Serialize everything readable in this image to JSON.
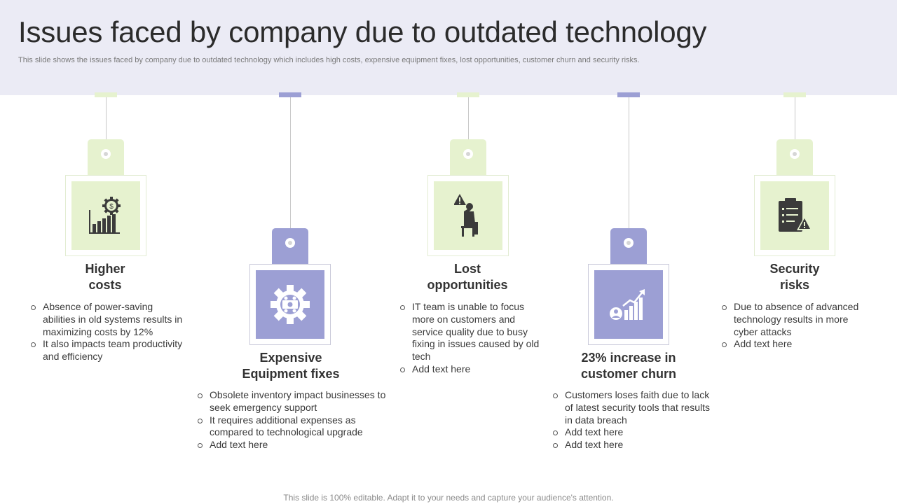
{
  "header": {
    "title": "Issues faced by company due to outdated technology",
    "subtitle": "This slide shows the issues faced by company due to outdated technology which includes high costs, expensive equipment fixes, lost opportunities, customer churn and security risks."
  },
  "colors": {
    "green": "#e6f2cf",
    "purple": "#9c9fd4",
    "header_bg": "#ebebf5",
    "icon_dark": "#3b3b3b"
  },
  "items": [
    {
      "heading_line1": "Higher",
      "heading_line2": "costs",
      "icon": "cost-gear-chart-icon",
      "bullets": [
        "Absence of power-saving abilities in old systems results in maximizing costs by 12%",
        "It also impacts team productivity and efficiency"
      ]
    },
    {
      "heading_line1": "Expensive",
      "heading_line2": "Equipment fixes",
      "icon": "gear-money-icon",
      "bullets": [
        "Obsolete inventory impact businesses to seek emergency support",
        "It requires additional expenses as compared to technological upgrade",
        "Add text here"
      ]
    },
    {
      "heading_line1": "Lost",
      "heading_line2": "opportunities",
      "icon": "stressed-person-warning-icon",
      "bullets": [
        "IT team is unable to focus more on customers and service quality due to busy fixing in issues caused by old tech",
        "Add text here"
      ]
    },
    {
      "heading_line1": "23% increase in",
      "heading_line2": "customer churn",
      "icon": "user-growth-chart-icon",
      "bullets": [
        "Customers loses faith due to lack of latest security tools that results in data breach",
        "Add text here",
        "Add text here"
      ]
    },
    {
      "heading_line1": "Security",
      "heading_line2": "risks",
      "icon": "clipboard-warning-icon",
      "bullets": [
        "Due to absence of advanced technology results in more cyber attacks",
        "Add text here"
      ]
    }
  ],
  "footer": "This slide is 100% editable. Adapt it to your needs and capture your audience's attention."
}
